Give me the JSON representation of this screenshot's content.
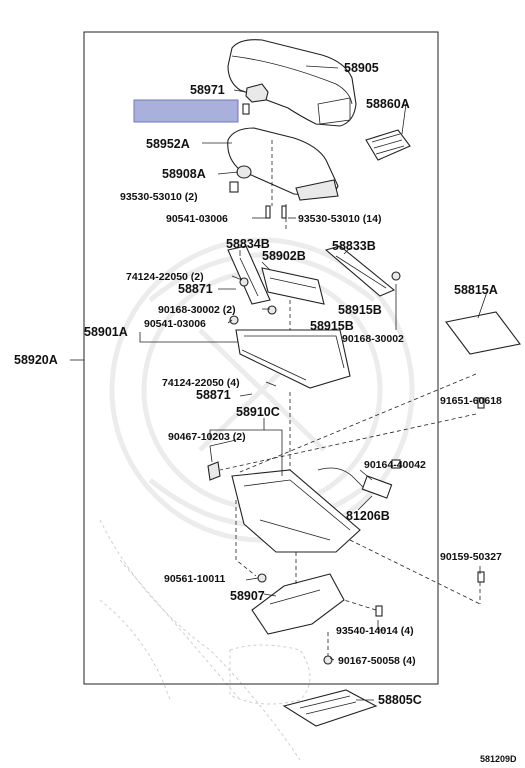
{
  "diagram_code": "581209D",
  "callouts": {
    "p58905": "58905",
    "p58971": "58971",
    "p58860a": "58860A",
    "p58952a": "58952A",
    "p58908a": "58908A",
    "p93530_2": "93530-53010 (2)",
    "p90541_a": "90541-03006",
    "p93530_14": "93530-53010 (14)",
    "p58834b": "58834B",
    "p58833b": "58833B",
    "p58902b": "58902B",
    "p74124_2": "74124-22050 (2)",
    "p58871_a": "58871",
    "p90168_2": "90168-30002 (2)",
    "p58915b_a": "58915B",
    "p58915b_b": "58915B",
    "p58815a": "58815A",
    "p90541_b": "90541-03006",
    "p58901a": "58901A",
    "p90168_b": "90168-30002",
    "p58920a": "58920A",
    "p74124_4": "74124-22050 (4)",
    "p58871_b": "58871",
    "p91651": "91651-60618",
    "p58910c": "58910C",
    "p90467": "90467-10203 (2)",
    "p90164": "90164-40042",
    "p81206b": "81206B",
    "p90159": "90159-50327",
    "p90561": "90561-10011",
    "p58907": "58907",
    "p93540": "93540-14014 (4)",
    "p90167": "90167-50058 (4)",
    "p58805c": "58805C"
  }
}
